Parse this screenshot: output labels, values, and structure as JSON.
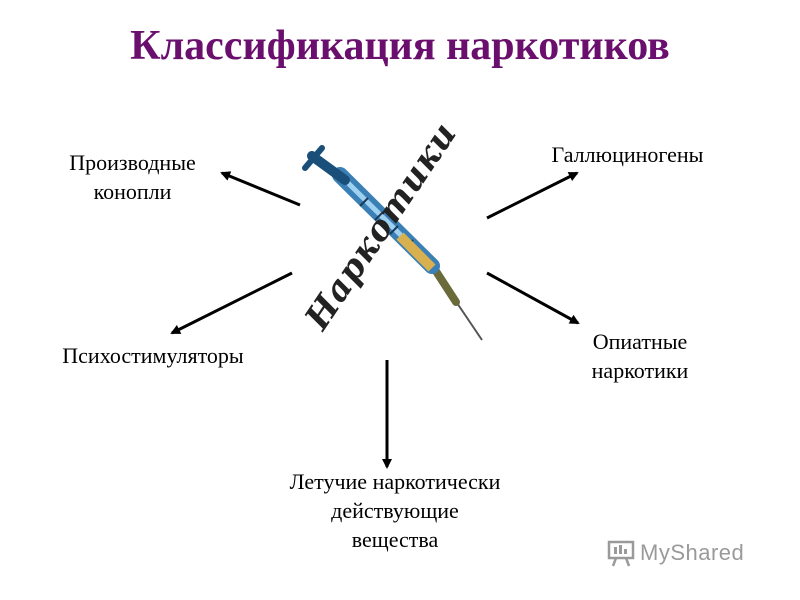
{
  "title": "Классификация наркотиков",
  "center_image": {
    "icon": "syringe-icon",
    "text": "Наркотики",
    "colors": {
      "barrel": "#3a7fb5",
      "ink": "#222222",
      "plunger": "#1a4f7a"
    }
  },
  "categories": [
    {
      "id": "cannabis",
      "lines": [
        "Производные",
        "конопли"
      ]
    },
    {
      "id": "hallucinogens",
      "lines": [
        "Галлюциногены"
      ]
    },
    {
      "id": "psychostimulants",
      "lines": [
        "Психостимуляторы"
      ]
    },
    {
      "id": "opiates",
      "lines": [
        "Опиатные",
        "наркотики"
      ]
    },
    {
      "id": "volatile",
      "lines": [
        "Летучие наркотически",
        "действующие",
        "вещества"
      ]
    }
  ],
  "watermark": {
    "text": "MyShared",
    "icon": "presentation-board-icon"
  },
  "colors": {
    "title": "#6b0f6e",
    "text": "#000000",
    "arrow": "#000000",
    "watermark": "#9a9a9a"
  }
}
